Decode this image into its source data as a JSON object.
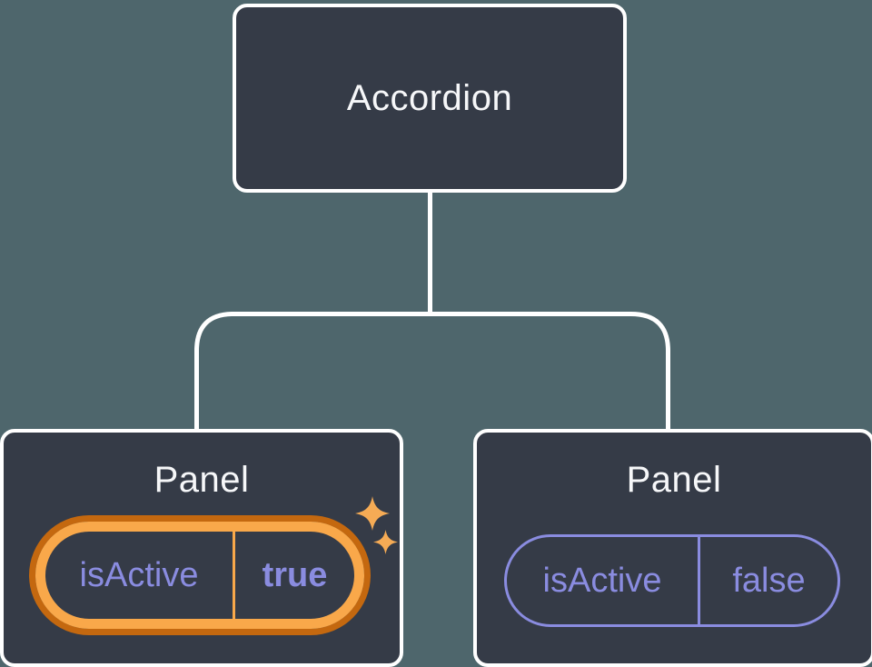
{
  "tree": {
    "root": {
      "label": "Accordion"
    },
    "panels": [
      {
        "label": "Panel",
        "state_key": "isActive",
        "state_value": "true",
        "highlighted": true
      },
      {
        "label": "Panel",
        "state_key": "isActive",
        "state_value": "false",
        "highlighted": false
      }
    ]
  },
  "icons": {
    "active_panel_decoration": "sparkles-icon"
  },
  "colors": {
    "background": "#4E666C",
    "node_fill": "#353B47",
    "node_border": "#FFFFFF",
    "connector": "#FFFFFF",
    "text_primary": "#F6F7F9",
    "state_purple": "#8A8CE0",
    "highlight_orange_light": "#F9A84A",
    "highlight_orange_dark": "#C4680F",
    "sparkle": "#F5AB55"
  }
}
